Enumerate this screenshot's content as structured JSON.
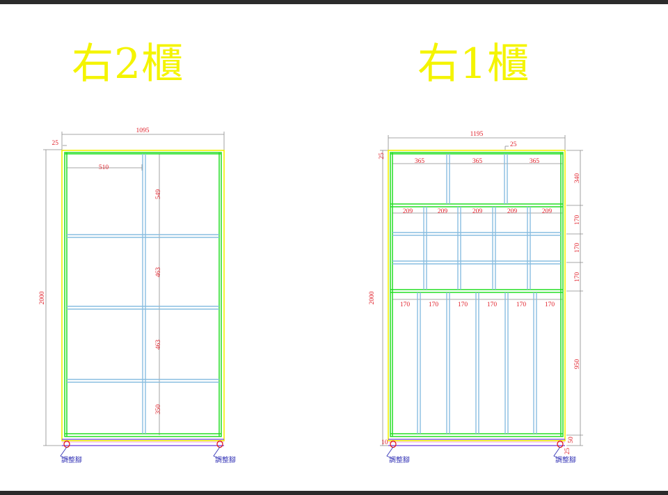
{
  "titles": {
    "left": "右2櫃",
    "right": "右1櫃"
  },
  "foot_label": "調整腳",
  "colors": {
    "title": "#f4f400",
    "outer_panel": "#f0f000",
    "carcass": "#22dd22",
    "shelf_edge": "#88bde0",
    "dimension_text": "#e0202a",
    "dimension_line": "#8a8a8a",
    "base": "#6a3ae0",
    "foot": "#e01010",
    "foot_label": "#3a3ab8"
  },
  "cabinet_left": {
    "name": "右2櫃",
    "width": "1095",
    "height": "2000",
    "side": "25",
    "shelf_width": "510",
    "compartment_heights": [
      "549",
      "463",
      "463",
      "350"
    ],
    "foot_labels": [
      "調整腳",
      "調整腳"
    ]
  },
  "cabinet_right": {
    "name": "右1櫃",
    "width": "1195",
    "height": "2000",
    "top": "25",
    "side": "25",
    "partition": "25",
    "upper_widths": [
      "365",
      "365",
      "365"
    ],
    "middle_widths": [
      "209",
      "209",
      "209",
      "209",
      "209"
    ],
    "lower_widths": [
      "170",
      "170",
      "170",
      "170",
      "170",
      "170"
    ],
    "right_heights": [
      "340",
      "170",
      "170",
      "170",
      "950"
    ],
    "base_heights": [
      "10",
      "50",
      "25"
    ],
    "foot_labels": [
      "調整腳",
      "調整腳"
    ]
  }
}
